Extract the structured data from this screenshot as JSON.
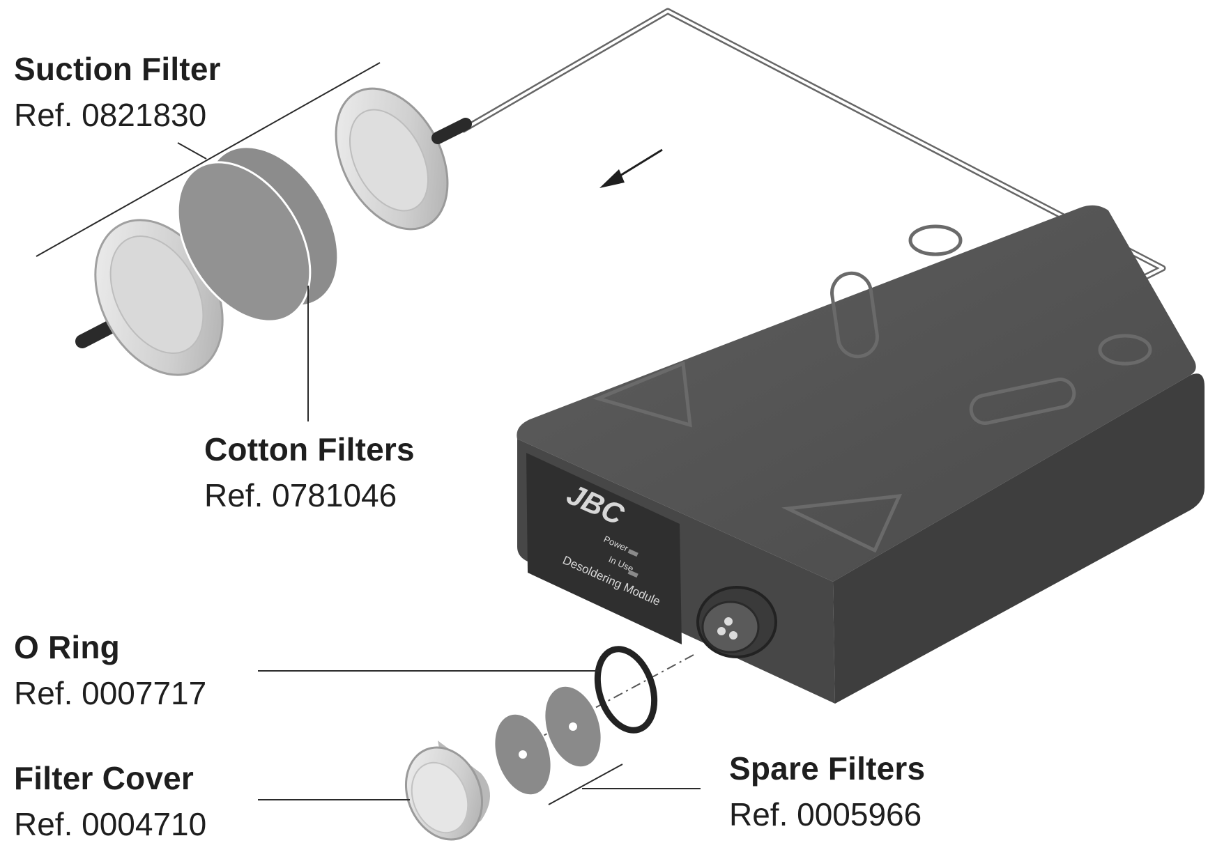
{
  "parts": {
    "suction_filter": {
      "name": "Suction Filter",
      "ref": "Ref. 0821830"
    },
    "cotton_filters": {
      "name": "Cotton Filters",
      "ref": "Ref. 0781046"
    },
    "o_ring": {
      "name": "O Ring",
      "ref": "Ref. 0007717"
    },
    "filter_cover": {
      "name": "Filter Cover",
      "ref": "Ref. 0004710"
    },
    "spare_filters": {
      "name": "Spare Filters",
      "ref": "Ref. 0005966"
    }
  },
  "device": {
    "brand": "JBC",
    "power_label": "Power",
    "in_use_label": "In Use",
    "module_label": "Desoldering Module"
  },
  "colors": {
    "module_body": "#545454",
    "filter_disc": "#8a8a8a",
    "leader_line": "#2a2a2a"
  }
}
